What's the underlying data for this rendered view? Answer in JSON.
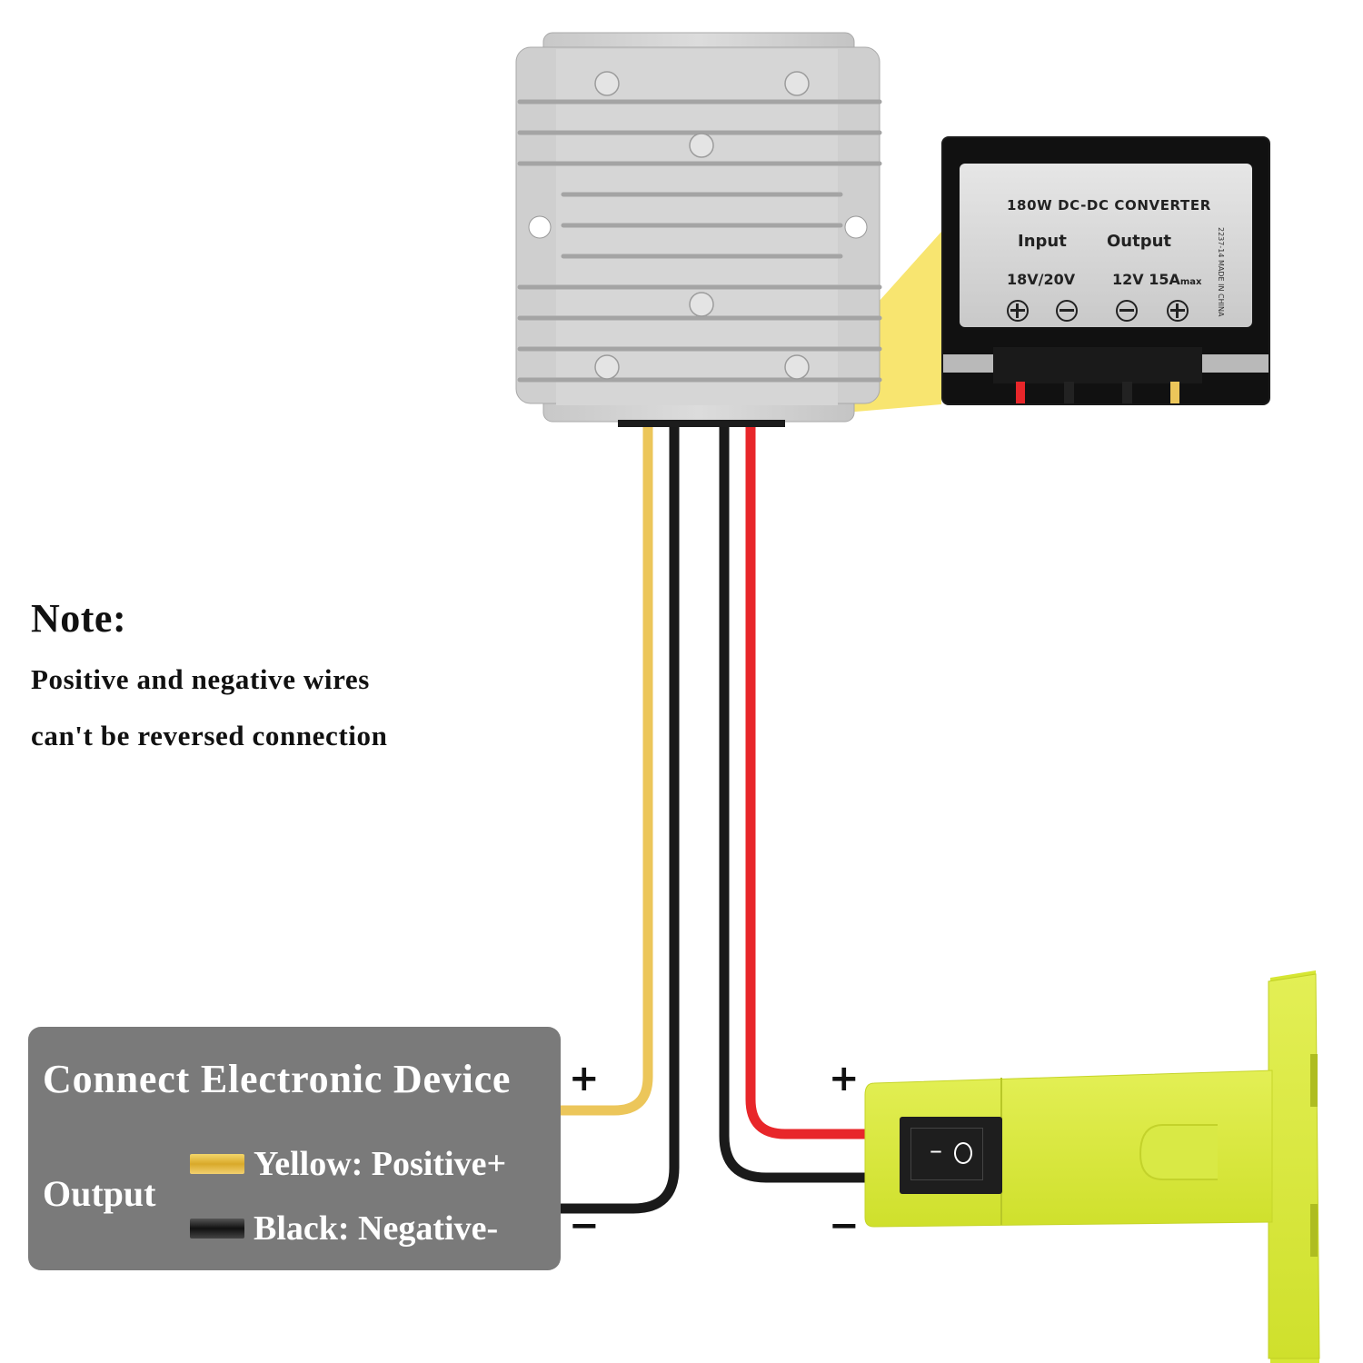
{
  "product": {
    "label": {
      "title": "180W DC-DC CONVERTER",
      "input_heading": "Input",
      "output_heading": "Output",
      "input_voltage": "18V/20V",
      "output_rating": "12V 15A",
      "output_rating_suffix": "max",
      "model_code": "2237-14",
      "origin": "MADE IN CHINA",
      "terminals": [
        "plus",
        "minus",
        "minus",
        "plus"
      ]
    }
  },
  "note": {
    "title": "Note:",
    "lines": [
      "Positive and negative wires",
      "can't be reversed connection"
    ]
  },
  "output_panel": {
    "title": "Connect Electronic Device",
    "output_label": "Output",
    "legend": [
      {
        "color_name": "yellow",
        "text": "Yellow: Positive+"
      },
      {
        "color_name": "black",
        "text": "Black: Negative-"
      }
    ]
  },
  "polarity_marks": {
    "output_plus": "+",
    "output_minus": "−",
    "input_plus": "+",
    "input_minus": "−"
  },
  "switch": {
    "on_symbol": "–",
    "off_symbol": "O"
  },
  "colors": {
    "wire_yellow": "#ecc65a",
    "wire_black": "#1a1a1a",
    "wire_red": "#e8262a",
    "adapter_green": "#dbea3a",
    "panel_gray": "#7a7a7a",
    "highlight_yellow": "#f5dc40"
  }
}
